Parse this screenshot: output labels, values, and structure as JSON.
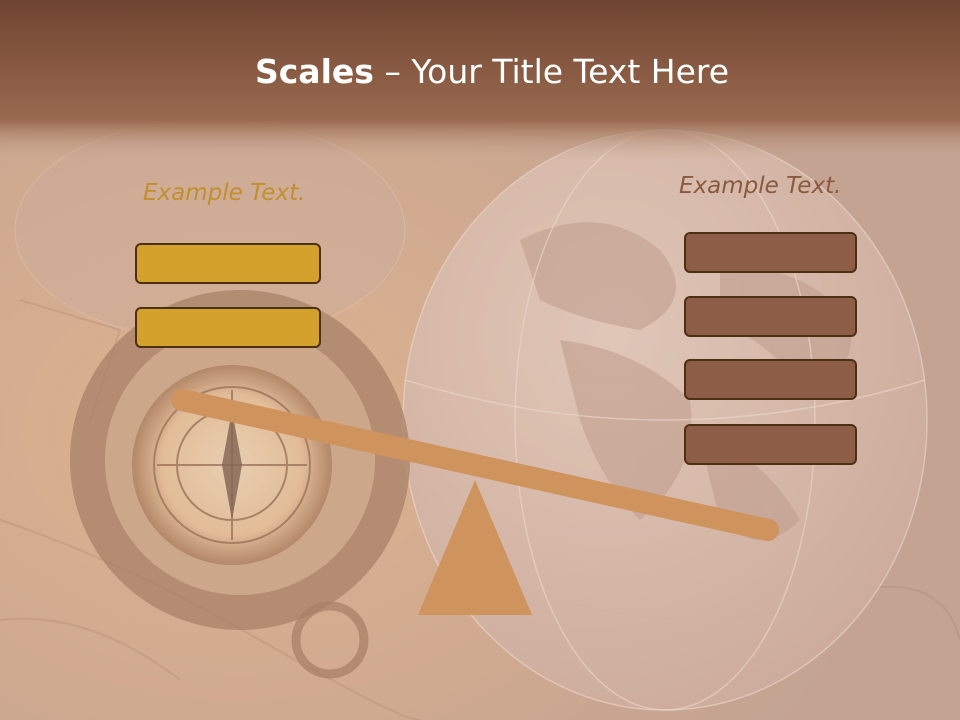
{
  "slide": {
    "title_bold": "Scales",
    "title_rest": " – Your Title Text Here"
  },
  "left_pan": {
    "label": "Example Text.",
    "label_color": "#c28f2e",
    "item_count": 2,
    "item_color": "#d4a12c"
  },
  "right_pan": {
    "label": "Example Text.",
    "label_color": "#8a5a3e",
    "item_count": 4,
    "item_color": "#8e5d45"
  },
  "colors": {
    "header_band": "#7f5038",
    "beam": "#cf935e",
    "fulcrum": "#cf935e",
    "box_border": "#4b3014"
  }
}
